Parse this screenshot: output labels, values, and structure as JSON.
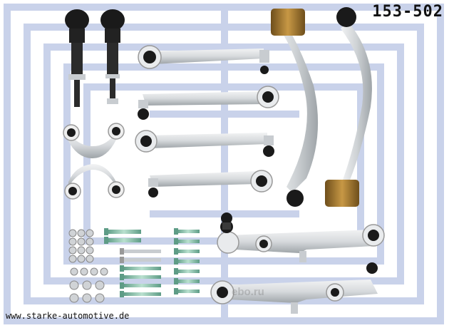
{
  "product": {
    "part_number": "153-502",
    "website": "www.starke-automotive.de",
    "faded_mark": "ebo.ru"
  },
  "colors": {
    "watermark": "#c9d2ea",
    "aluminum": "#d7dadd",
    "aluminum_dark": "#9ea4a8",
    "rubber": "#1a1a1a",
    "bronze": "#a5782e",
    "steel": "#8a8d8f",
    "zinc_bolt": "#7ab79f"
  },
  "icons": [
    "control-arm-icon",
    "tie-rod-end-icon",
    "stabilizer-link-icon",
    "bolt-icon",
    "nut-icon",
    "ball-joint-icon"
  ]
}
